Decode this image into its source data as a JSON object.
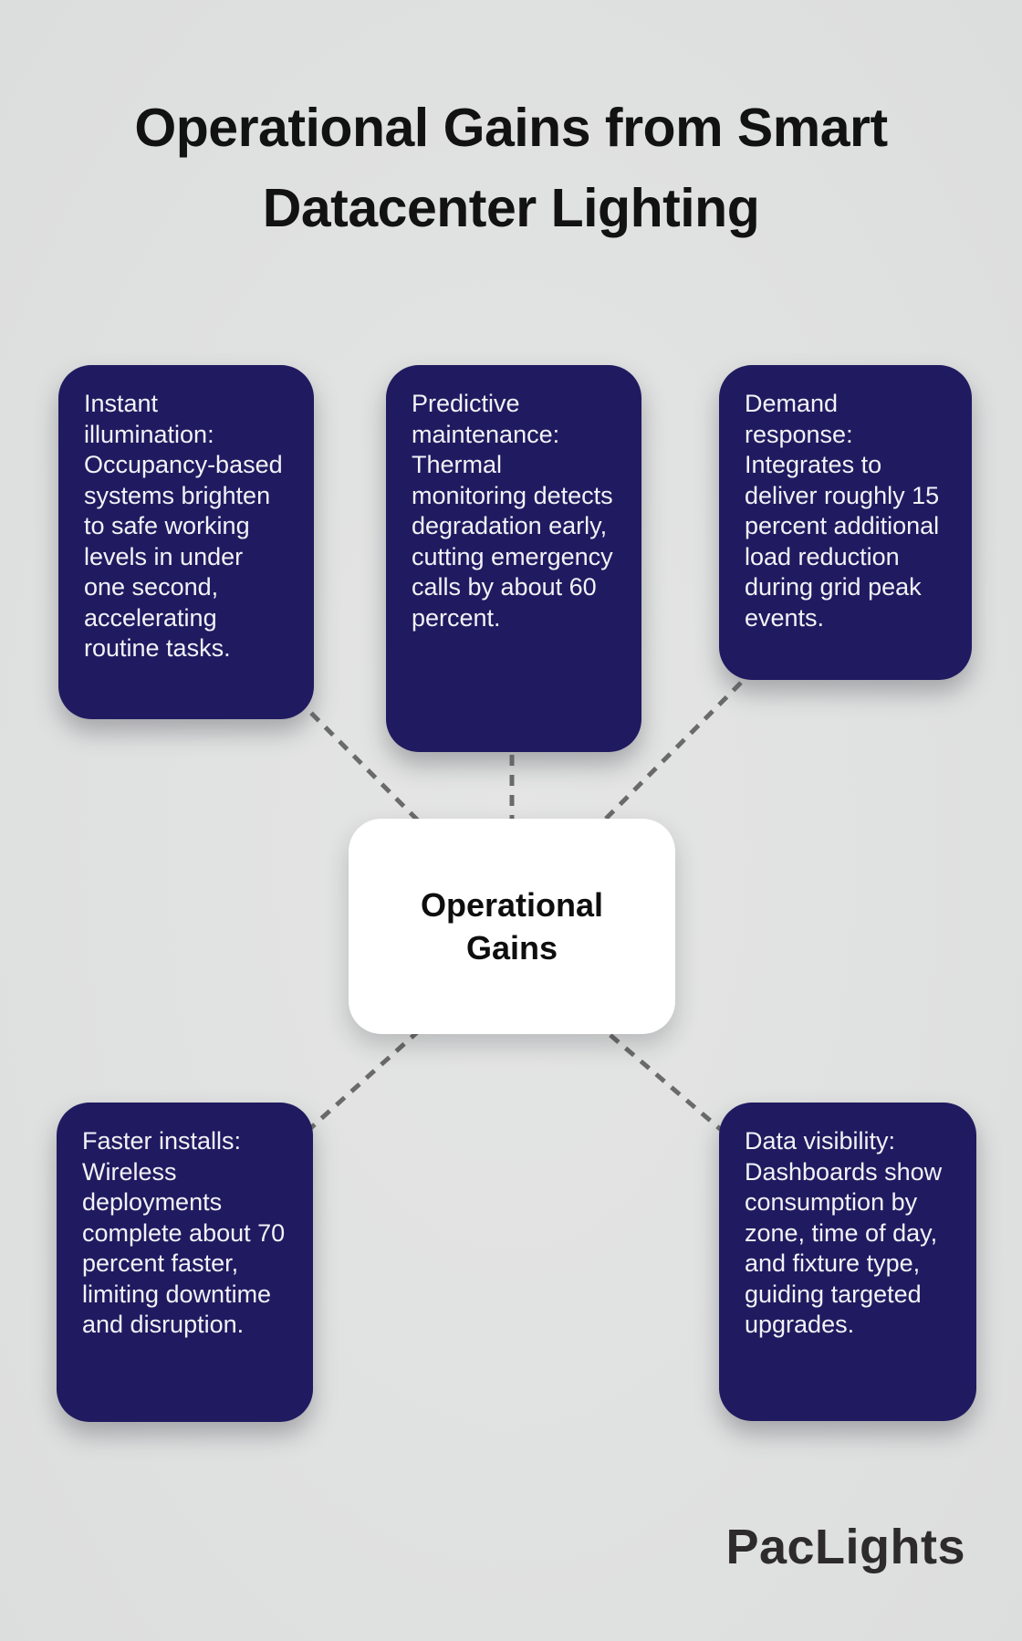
{
  "title": {
    "text": "Operational Gains from Smart Datacenter Lighting",
    "color": "#121212"
  },
  "center_node": {
    "label": "Operational Gains",
    "background": "#ffffff",
    "text_color": "#0e0e0e"
  },
  "nodes": [
    {
      "id": "instant-illumination",
      "text": "Instant illumination: Occupancy-based systems brighten to safe working levels in under one second, accelerating routine tasks."
    },
    {
      "id": "predictive-maintenance",
      "text": "Predictive maintenance: Thermal monitoring detects degradation early, cutting emergency calls by about 60 percent."
    },
    {
      "id": "demand-response",
      "text": "Demand response: Integrates to deliver roughly 15 percent additional load reduction during grid peak events."
    },
    {
      "id": "faster-installs",
      "text": "Faster installs: Wireless deployments complete about 70 percent faster, limiting downtime and disruption."
    },
    {
      "id": "data-visibility",
      "text": "Data visibility: Dashboards show consumption by zone, time of day, and fixture type, guiding targeted upgrades."
    }
  ],
  "colors": {
    "background": "#e0e1e1",
    "node_background": "#201b60",
    "node_text": "#f2f2f7",
    "connector": "#6a6a6a"
  },
  "footer": {
    "brand": "PacLights"
  }
}
